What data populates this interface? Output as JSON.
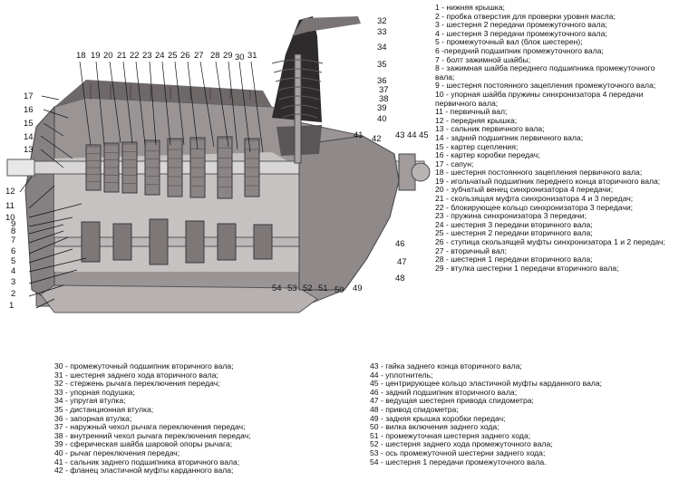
{
  "callout_numbers": [
    "1",
    "2",
    "3",
    "4",
    "5",
    "6",
    "7",
    "8",
    "9",
    "10",
    "11",
    "12",
    "13",
    "14",
    "15",
    "16",
    "17",
    "18",
    "19",
    "20",
    "21",
    "22",
    "23",
    "24",
    "25",
    "26",
    "27",
    "28",
    "29",
    "30",
    "31",
    "32",
    "33",
    "34",
    "35",
    "36",
    "37",
    "38",
    "39",
    "40",
    "41",
    "42",
    "43",
    "44",
    "45",
    "46",
    "47",
    "48",
    "49",
    "50",
    "51",
    "52",
    "53",
    "54"
  ],
  "legend_right": [
    "1 - нижняя крышка;",
    "2 - пробка отверстия для проверки уровня масла;",
    "3 - шестерня 2 передачи промежуточного вала;",
    "4 - шестерня 3 передачи промежуточного вала;",
    "5 - промежуточный вал (блок шестерен);",
    "6 -передний подшипник промежуточного вала;",
    "7 - болт зажимной шайбы;",
    "8 - зажимная шайба переднего подшипника промежуточного вала;",
    "9 - шестерня постоянного зацепления промежуточного вала;",
    "10 - упорная шайба пружины синхронизатора  4 передачи первичного вала;",
    "11 - первичный вал;",
    "12 - передняя крышка;",
    "13 - сальник первичного вала;",
    "14 - задний подшипник первичного вала;",
    "15 - картер сцепления;",
    "16 - картер коробки передач;",
    "17 - сапун;",
    "18 - шестерня постоянного зацепления первичного вала;",
    "19 - игольчатый подшипник переднего конца вторичного вала;",
    "20 - зубчатый венец синхронизатора 4 передачи;",
    "21 - скользящая муфта синхронизатора 4 и 3 передач;",
    "22 - блокирующее кольцо синхронизатора 3 передачи;",
    "23 - пружина синхронизатора 3 передачи;",
    "24 - шестерня 3 передачи вторичного вала;",
    "25 - шестерня 2 передачи вторичного вала;",
    "26 - ступица скользящей муфты синхронизатора 1 и 2 передач;",
    "27 - вторичный вал;",
    "28 - шестерня 1 передачи вторичного вала;",
    "29 - втулка шестерни 1 передачи вторичного вала;"
  ],
  "legend_bottom_left": [
    "30 - промежуточный подшипник вторичного вала;",
    "31 - шестерня заднего хода вторичного вала;",
    "32 - стержень рычага переключения передач;",
    "33 - упорная подушка;",
    "34 - упругая втулка;",
    "35 - дистанционная втулка;",
    "36 - запорная втулка;",
    "37 - наружный чехол рычага переключения передач;",
    "38 - внутренний чехол рычага переключения передач;",
    "39 - сферическая шайба шаровой опоры рычага;",
    "40 - рычаг переключения передач;",
    "41 - сальник заднего подшипника вторичного вала;",
    "42 - фланец эластичной муфты карданного вала;"
  ],
  "legend_bottom_right": [
    "43 - гайка заднего конца вторичного вала;",
    "44 - уплотнитель;",
    "45 - центрирующее кольцо эластичной муфты карданного вала;",
    "46 - задний подшипник вторичного вала;",
    "47 - ведущая шестерня привода спидометра;",
    "48 - привод спидометра;",
    "49 - задняя крышка коробки передач;",
    "50 - вилка включения заднего хода;",
    "51 - промежуточная шестерня заднего хода;",
    "52 - шестерня заднего хода промежуточного вала;",
    "53 - ось промежуточной шестерни заднего хода;",
    "54 - шестерня 1 передачи промежуточного вала."
  ],
  "colors": {
    "housing": "#9a9495",
    "housing_dark": "#6e6869",
    "cutaway": "#c7c2c2",
    "shaft": "#d9d6d6",
    "gear": "#8a8485",
    "shadow": "#3c3839",
    "boot": "#2e2b2c",
    "highlight": "#e9e7e7"
  }
}
